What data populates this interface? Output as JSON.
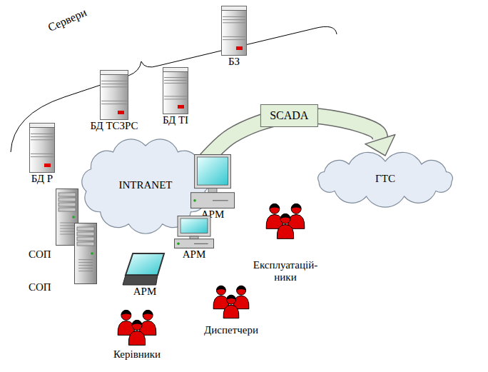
{
  "diagram": {
    "nodes": [
      {
        "text": [
          "БЗ"
        ]
      },
      {
        "text": [
          "БД ТСЗРС"
        ]
      },
      {
        "text": [
          "БД ТІ"
        ]
      },
      {
        "text": [
          "БД Р"
        ]
      },
      {
        "text": [
          "INTRANET"
        ]
      },
      {
        "text": [
          "ГТС"
        ]
      },
      {
        "text": [
          "АРМ"
        ]
      },
      {
        "text": [
          "АРМ"
        ]
      },
      {
        "text": [
          "Експлуатацій- ники"
        ]
      },
      {
        "text": [
          "СОП"
        ]
      },
      {
        "text": [
          "СОП"
        ]
      },
      {
        "text": [
          "АРМ"
        ]
      },
      {
        "text": [
          "Диспетчери"
        ]
      },
      {
        "text": [
          "Керівники"
        ]
      }
    ],
    "edges": [
      {
        "from": 4,
        "to": 5,
        "label": "SCADA",
        "arrow": "to"
      }
    ],
    "labels": [
      "Сервери"
    ]
  }
}
